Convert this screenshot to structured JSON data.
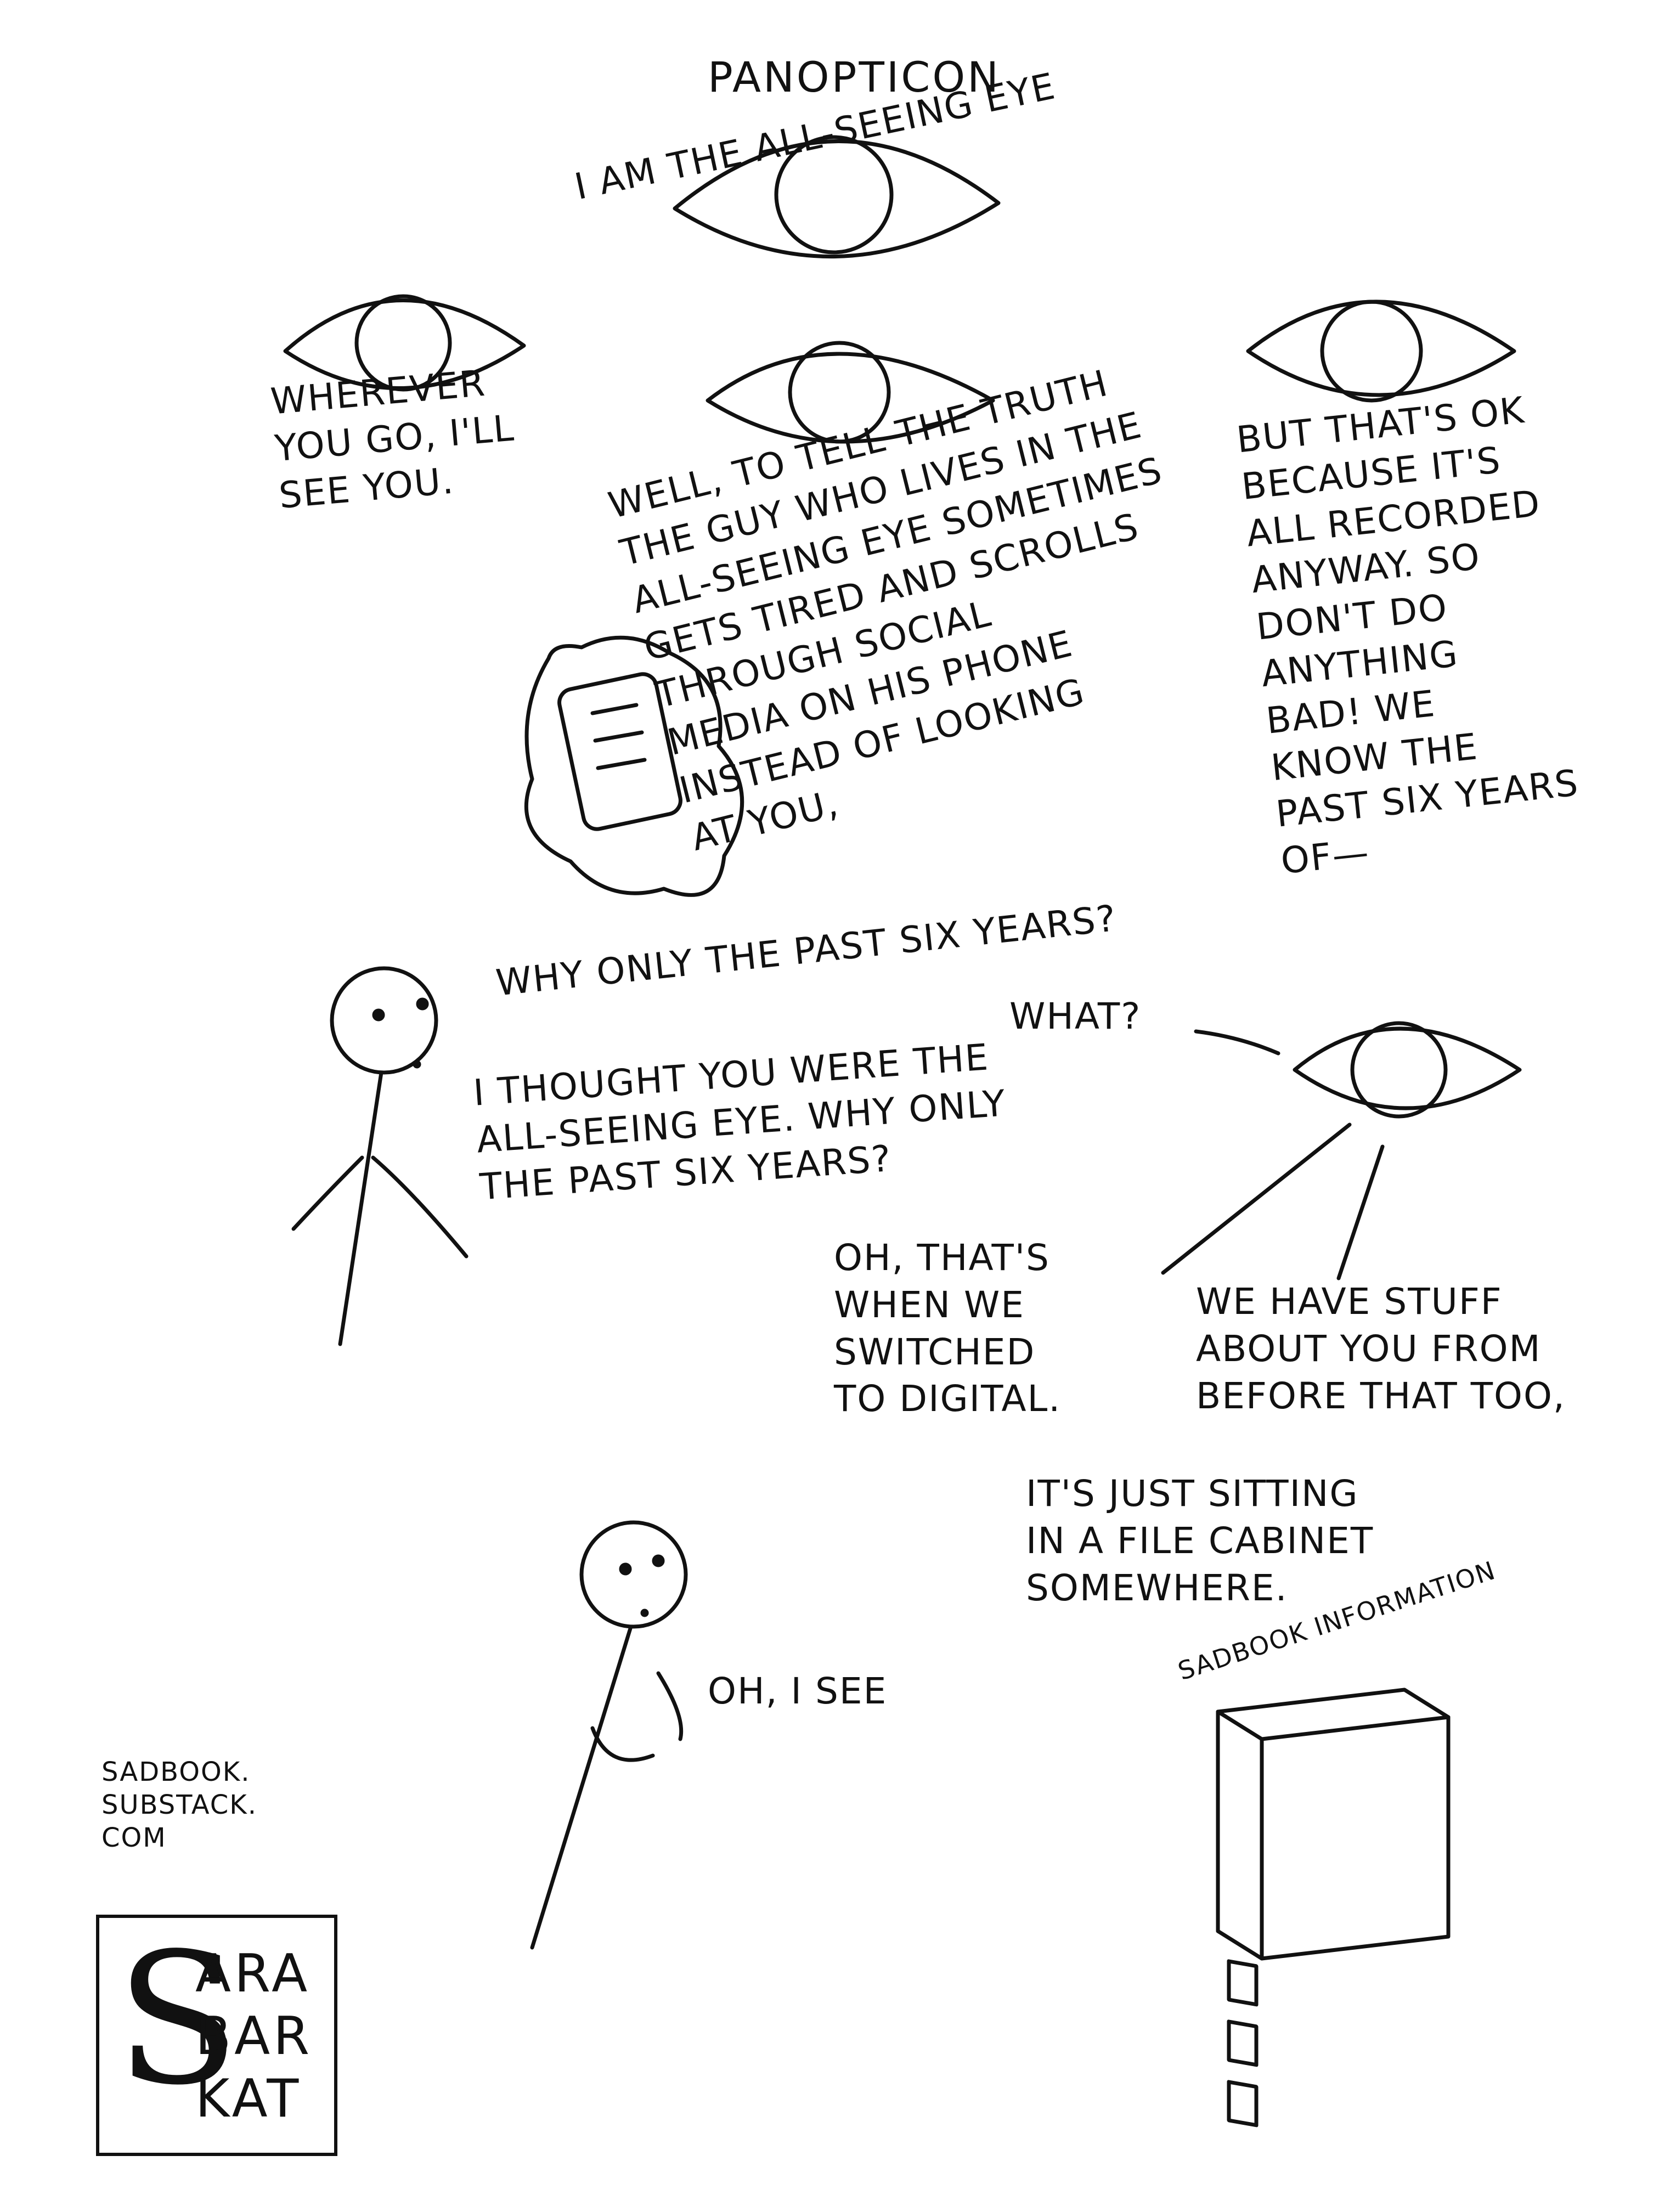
{
  "comic": {
    "title": "PANOPTICON",
    "panel_text": [
      "I AM THE ALL-SEEING EYE",
      "WHEREVER\nYOU GO, I'LL\nSEE YOU.",
      "WELL, TO TELL THE TRUTH\nTHE GUY WHO LIVES IN THE\nALL-SEEING EYE SOMETIMES\nGETS TIRED AND SCROLLS\nTHROUGH SOCIAL\nMEDIA ON HIS PHONE\nINSTEAD OF LOOKING\nAT YOU,",
      "BUT THAT'S OK\nBECAUSE IT'S\nALL RECORDED\nANYWAY. SO\nDON'T DO\nANYTHING\nBAD! WE\nKNOW THE\nPAST SIX YEARS\nOF—",
      "WHY ONLY THE PAST SIX YEARS?",
      "WHAT?",
      "I THOUGHT YOU WERE THE\nALL-SEEING EYE. WHY ONLY\nTHE PAST SIX YEARS?",
      "OH, THAT'S\nWHEN WE\nSWITCHED\nTO DIGITAL.",
      "WE HAVE STUFF\nABOUT YOU FROM\nBEFORE THAT TOO,",
      "IT'S JUST SITTING\nIN A FILE CABINET\nSOMEWHERE.",
      "OH, I SEE",
      "SADBOOK INFORMATION"
    ],
    "credit": "SADBOOK.\nSUBSTACK.\nCOM",
    "logo": {
      "initial": "S",
      "lines": "ARA\nBAR\nKAT"
    },
    "colors": {
      "ink": "#111111",
      "paper": "#ffffff"
    }
  }
}
